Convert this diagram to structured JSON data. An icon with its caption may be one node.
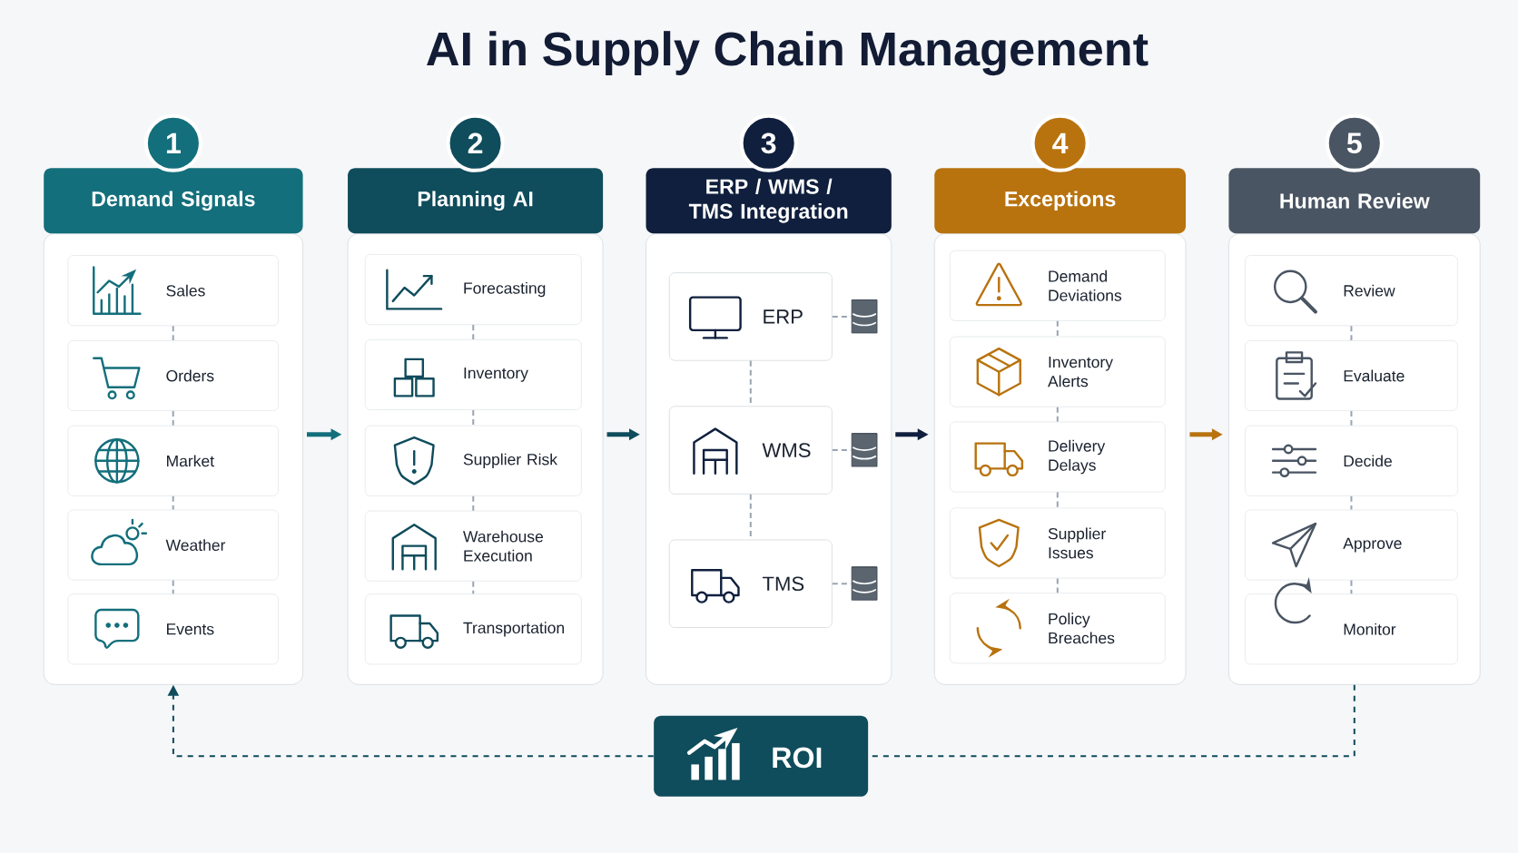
{
  "diagram": {
    "title": "AI in Supply Chain Management",
    "nodes": [
      {
        "text": [
          "1"
        ]
      },
      {
        "text": [
          "Demand Signals"
        ]
      },
      {
        "text": [],
        "shape": "box"
      },
      {
        "text": [
          "Sales"
        ],
        "in": 2
      },
      {
        "text": [
          "Orders"
        ],
        "in": 2
      },
      {
        "text": [
          "Market"
        ],
        "in": 2
      },
      {
        "text": [
          "Weather"
        ],
        "in": 2
      },
      {
        "text": [
          "Events"
        ],
        "in": 2
      },
      {
        "text": [
          "2"
        ]
      },
      {
        "text": [
          "Planning AI"
        ]
      },
      {
        "text": [],
        "shape": "box"
      },
      {
        "text": [
          "Forecasting"
        ],
        "in": 10
      },
      {
        "text": [
          "Inventory"
        ],
        "in": 10
      },
      {
        "text": [
          "Supplier Risk"
        ],
        "in": 10
      },
      {
        "text": [
          "Warehouse Execution"
        ],
        "in": 10
      },
      {
        "text": [
          "Transportation"
        ],
        "in": 10
      },
      {
        "text": [
          "3"
        ]
      },
      {
        "text": [
          "ERP / WMS / TMS Integration"
        ]
      },
      {
        "text": [],
        "shape": "box"
      },
      {
        "text": [
          "ERP"
        ],
        "in": 18
      },
      {
        "text": [],
        "shape": "cylinder",
        "in": 18
      },
      {
        "text": [
          "WMS"
        ],
        "in": 18
      },
      {
        "text": [],
        "shape": "cylinder",
        "in": 18
      },
      {
        "text": [
          "TMS"
        ],
        "in": 18
      },
      {
        "text": [],
        "shape": "cylinder",
        "in": 18
      },
      {
        "text": [
          "4"
        ]
      },
      {
        "text": [
          "Exceptions"
        ]
      },
      {
        "text": [],
        "shape": "box"
      },
      {
        "text": [
          "Demand Deviations"
        ],
        "in": 27
      },
      {
        "text": [
          "Inventory Alerts"
        ],
        "in": 27
      },
      {
        "text": [
          "Delivery Delays"
        ],
        "in": 27
      },
      {
        "text": [
          "Supplier Issues"
        ],
        "in": 27
      },
      {
        "text": [
          "Policy Breaches"
        ],
        "in": 27
      },
      {
        "text": [
          "5"
        ]
      },
      {
        "text": [
          "Human Review"
        ]
      },
      {
        "text": [],
        "shape": "box"
      },
      {
        "text": [
          "Review"
        ],
        "in": 35
      },
      {
        "text": [
          "Evaluate"
        ],
        "in": 35
      },
      {
        "text": [
          "Decide"
        ],
        "in": 35
      },
      {
        "text": [
          "Approve"
        ],
        "in": 35
      },
      {
        "text": [
          "Monitor"
        ],
        "in": 35
      },
      {
        "text": [
          "ROI"
        ]
      }
    ],
    "edges": [
      {
        "from": 2,
        "to": 10,
        "arrow": "to",
        "style": "thick",
        "color": "#136f7b"
      },
      {
        "from": 10,
        "to": 18,
        "arrow": "to",
        "style": "thick",
        "color": "#0f4c5c"
      },
      {
        "from": 18,
        "to": 27,
        "arrow": "to",
        "style": "thick",
        "color": "#0f1f3d"
      },
      {
        "from": 27,
        "to": 35,
        "arrow": "to",
        "style": "thick",
        "color": "#b8730f"
      },
      {
        "from": 3,
        "to": 4,
        "arrow": "none",
        "style": "dashed"
      },
      {
        "from": 4,
        "to": 5,
        "arrow": "none",
        "style": "dashed"
      },
      {
        "from": 5,
        "to": 6,
        "arrow": "none",
        "style": "dashed"
      },
      {
        "from": 6,
        "to": 7,
        "arrow": "none",
        "style": "dashed"
      },
      {
        "from": 11,
        "to": 12,
        "arrow": "none",
        "style": "dashed"
      },
      {
        "from": 12,
        "to": 13,
        "arrow": "none",
        "style": "dashed"
      },
      {
        "from": 13,
        "to": 14,
        "arrow": "none",
        "style": "dashed"
      },
      {
        "from": 14,
        "to": 15,
        "arrow": "none",
        "style": "dashed"
      },
      {
        "from": 19,
        "to": 21,
        "arrow": "none",
        "style": "dashed"
      },
      {
        "from": 21,
        "to": 23,
        "arrow": "none",
        "style": "dashed"
      },
      {
        "from": 19,
        "to": 20,
        "arrow": "none",
        "style": "dashed"
      },
      {
        "from": 21,
        "to": 22,
        "arrow": "none",
        "style": "dashed"
      },
      {
        "from": 23,
        "to": 24,
        "arrow": "none",
        "style": "dashed"
      },
      {
        "from": 28,
        "to": 29,
        "arrow": "none",
        "style": "dashed"
      },
      {
        "from": 29,
        "to": 30,
        "arrow": "none",
        "style": "dashed"
      },
      {
        "from": 30,
        "to": 31,
        "arrow": "none",
        "style": "dashed"
      },
      {
        "from": 31,
        "to": 32,
        "arrow": "none",
        "style": "dashed"
      },
      {
        "from": 36,
        "to": 37,
        "arrow": "none",
        "style": "dashed"
      },
      {
        "from": 37,
        "to": 38,
        "arrow": "none",
        "style": "dashed"
      },
      {
        "from": 38,
        "to": 39,
        "arrow": "none",
        "style": "dashed"
      },
      {
        "from": 39,
        "to": 40,
        "arrow": "none",
        "style": "dashed"
      },
      {
        "from": 35,
        "to": 41,
        "arrow": "none",
        "style": "dashed",
        "color": "#0f4c5c"
      },
      {
        "from": 41,
        "to": 2,
        "arrow": "to",
        "style": "dashed",
        "color": "#0f4c5c"
      }
    ]
  }
}
